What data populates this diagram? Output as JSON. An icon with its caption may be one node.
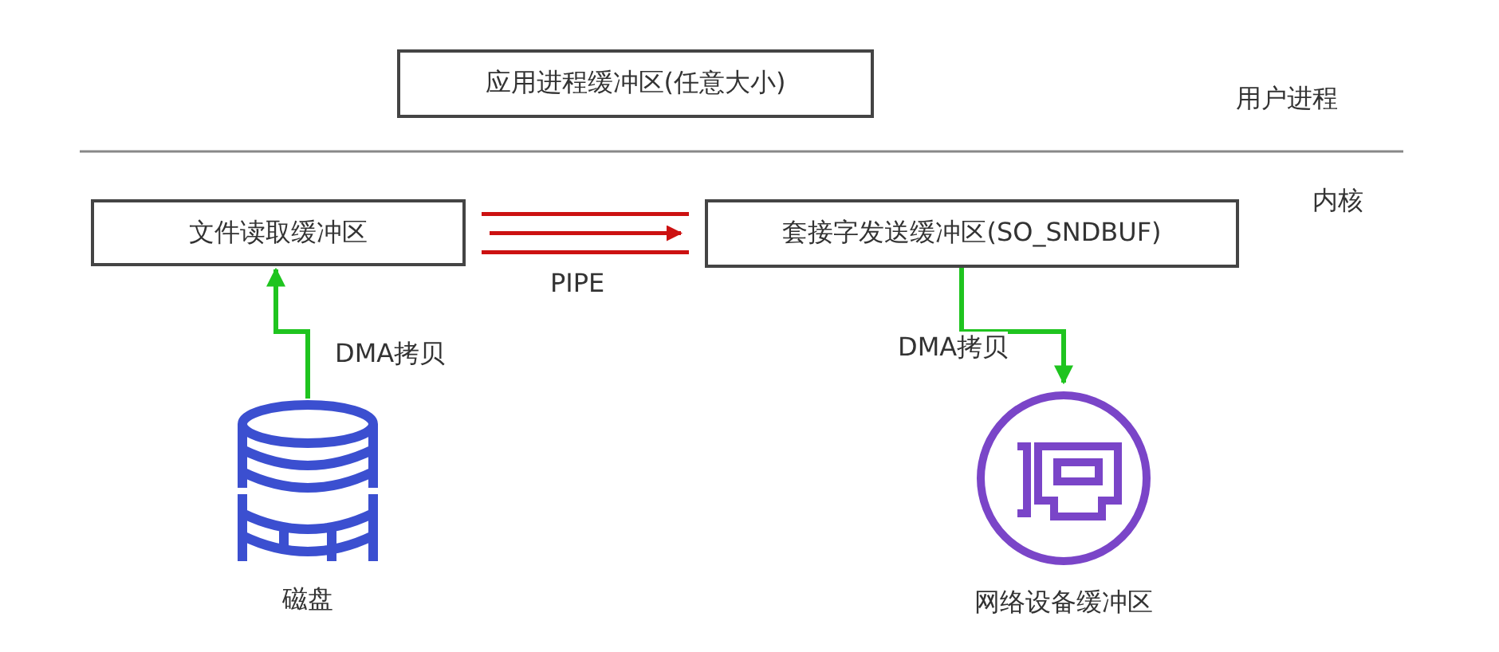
{
  "diagram": {
    "nodes": [
      {
        "text": [
          "应用进程缓冲区(任意大小)"
        ]
      },
      {
        "text": [
          "文件读取缓冲区"
        ]
      },
      {
        "text": [
          "套接字发送缓冲区(SO_SNDBUF)"
        ]
      },
      {
        "text": [],
        "shape": "cylinder",
        "beside": [
          "磁盘"
        ]
      },
      {
        "text": [],
        "shape": "circle",
        "beside": [
          "网络设备缓冲区"
        ]
      }
    ],
    "edges": [
      {
        "from": 3,
        "to": 1,
        "arrow": "to",
        "label": "DMA拷贝",
        "color": "#1fc41f"
      },
      {
        "from": 1,
        "to": 2,
        "arrow": "to",
        "label": "PIPE",
        "color": "#cc1111"
      },
      {
        "from": 2,
        "to": 4,
        "arrow": "to",
        "label": "DMA拷贝",
        "color": "#1fc41f"
      }
    ],
    "labels": [
      "用户进程",
      "内核"
    ]
  }
}
